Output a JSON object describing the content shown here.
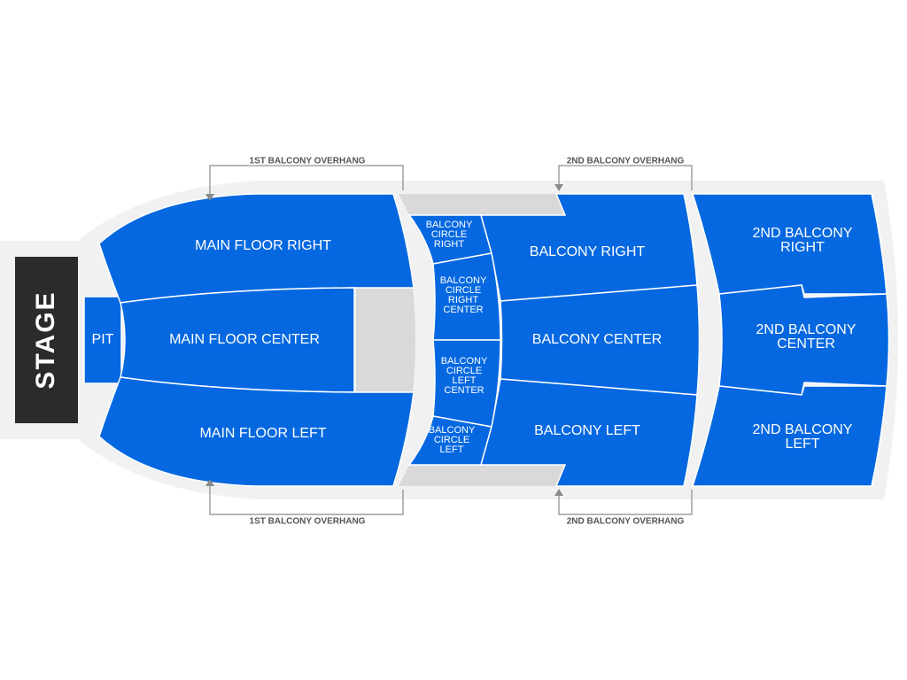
{
  "stage": {
    "label": "STAGE"
  },
  "sections": {
    "pit": "PIT",
    "main_floor_right": "MAIN FLOOR RIGHT",
    "main_floor_center": "MAIN FLOOR CENTER",
    "main_floor_left": "MAIN FLOOR LEFT",
    "balcony_circle_right": [
      "BALCONY",
      "CIRCLE",
      "RIGHT"
    ],
    "balcony_circle_right_center": [
      "BALCONY",
      "CIRCLE",
      "RIGHT",
      "CENTER"
    ],
    "balcony_circle_left_center": [
      "BALCONY",
      "CIRCLE",
      "LEFT",
      "CENTER"
    ],
    "balcony_circle_left": [
      "BALCONY",
      "CIRCLE",
      "LEFT"
    ],
    "balcony_right": "BALCONY RIGHT",
    "balcony_center": "BALCONY CENTER",
    "balcony_left": "BALCONY LEFT",
    "second_balcony_right": [
      "2ND BALCONY",
      "RIGHT"
    ],
    "second_balcony_center": [
      "2ND BALCONY",
      "CENTER"
    ],
    "second_balcony_left": [
      "2ND BALCONY",
      "LEFT"
    ]
  },
  "overhangs": {
    "first_top": "1ST BALCONY OVERHANG",
    "second_top": "2ND BALCONY OVERHANG",
    "first_bottom": "1ST BALCONY OVERHANG",
    "second_bottom": "2ND BALCONY OVERHANG"
  },
  "colors": {
    "section": "#0568e0",
    "stage": "#2b2b2b",
    "venue_outline": "#f1f1f1",
    "overhang_area": "#d9d9d9"
  }
}
